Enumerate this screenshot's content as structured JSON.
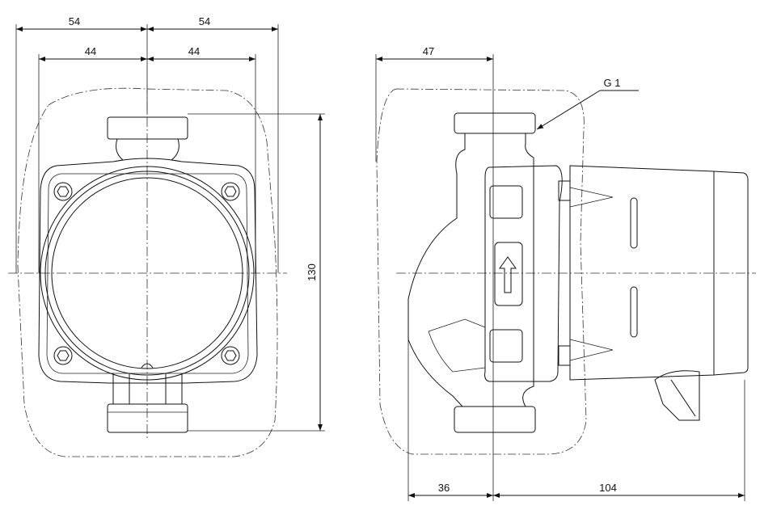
{
  "drawing": {
    "front_view": {
      "dim_total_left": "54",
      "dim_total_right": "54",
      "dim_flange_left": "44",
      "dim_flange_right": "44",
      "dim_height": "130"
    },
    "side_view": {
      "dim_top": "47",
      "thread_label": "G 1",
      "dim_bottom_left": "36",
      "dim_bottom_right": "104"
    }
  }
}
